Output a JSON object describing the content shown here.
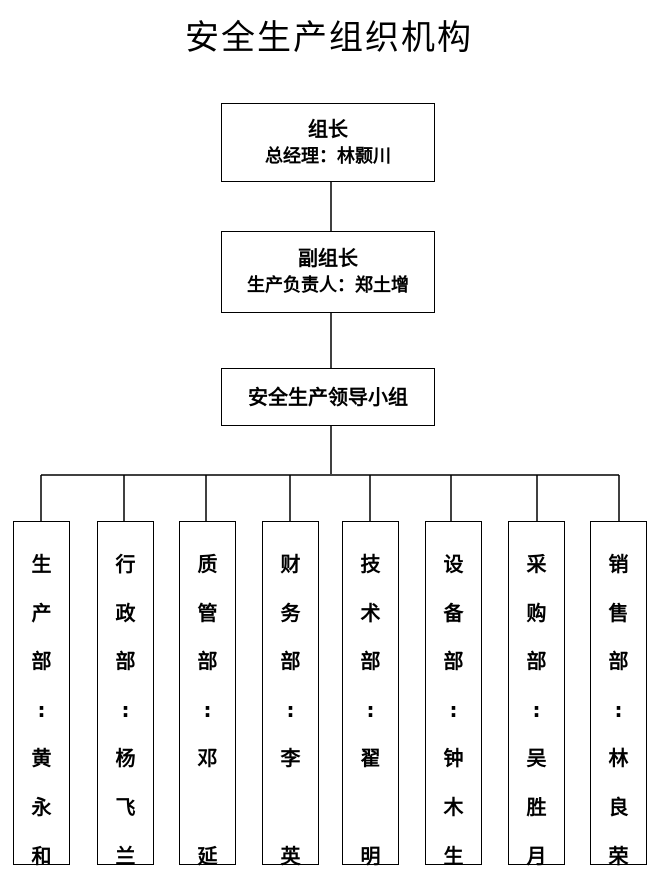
{
  "title": "安全生产组织机构",
  "leader": {
    "role": "组长",
    "person": "总经理：林颢川"
  },
  "deputy": {
    "role": "副组长",
    "person": "生产负责人：郑土增"
  },
  "group": {
    "label": "安全生产领导小组"
  },
  "departments": [
    {
      "text": "生\n产\n部\n:\n黄\n永\n和"
    },
    {
      "text": "行\n政\n部\n:\n杨\n飞\n兰"
    },
    {
      "text": "质\n管\n部\n:\n邓\n\n延"
    },
    {
      "text": "财\n务\n部\n:\n李\n\n英"
    },
    {
      "text": "技\n术\n部\n:\n翟\n\n明"
    },
    {
      "text": "设\n备\n部\n:\n钟\n木\n生"
    },
    {
      "text": "采\n购\n部\n:\n吴\n胜\n月"
    },
    {
      "text": "销\n售\n部\n:\n林\n良\n荣"
    }
  ]
}
